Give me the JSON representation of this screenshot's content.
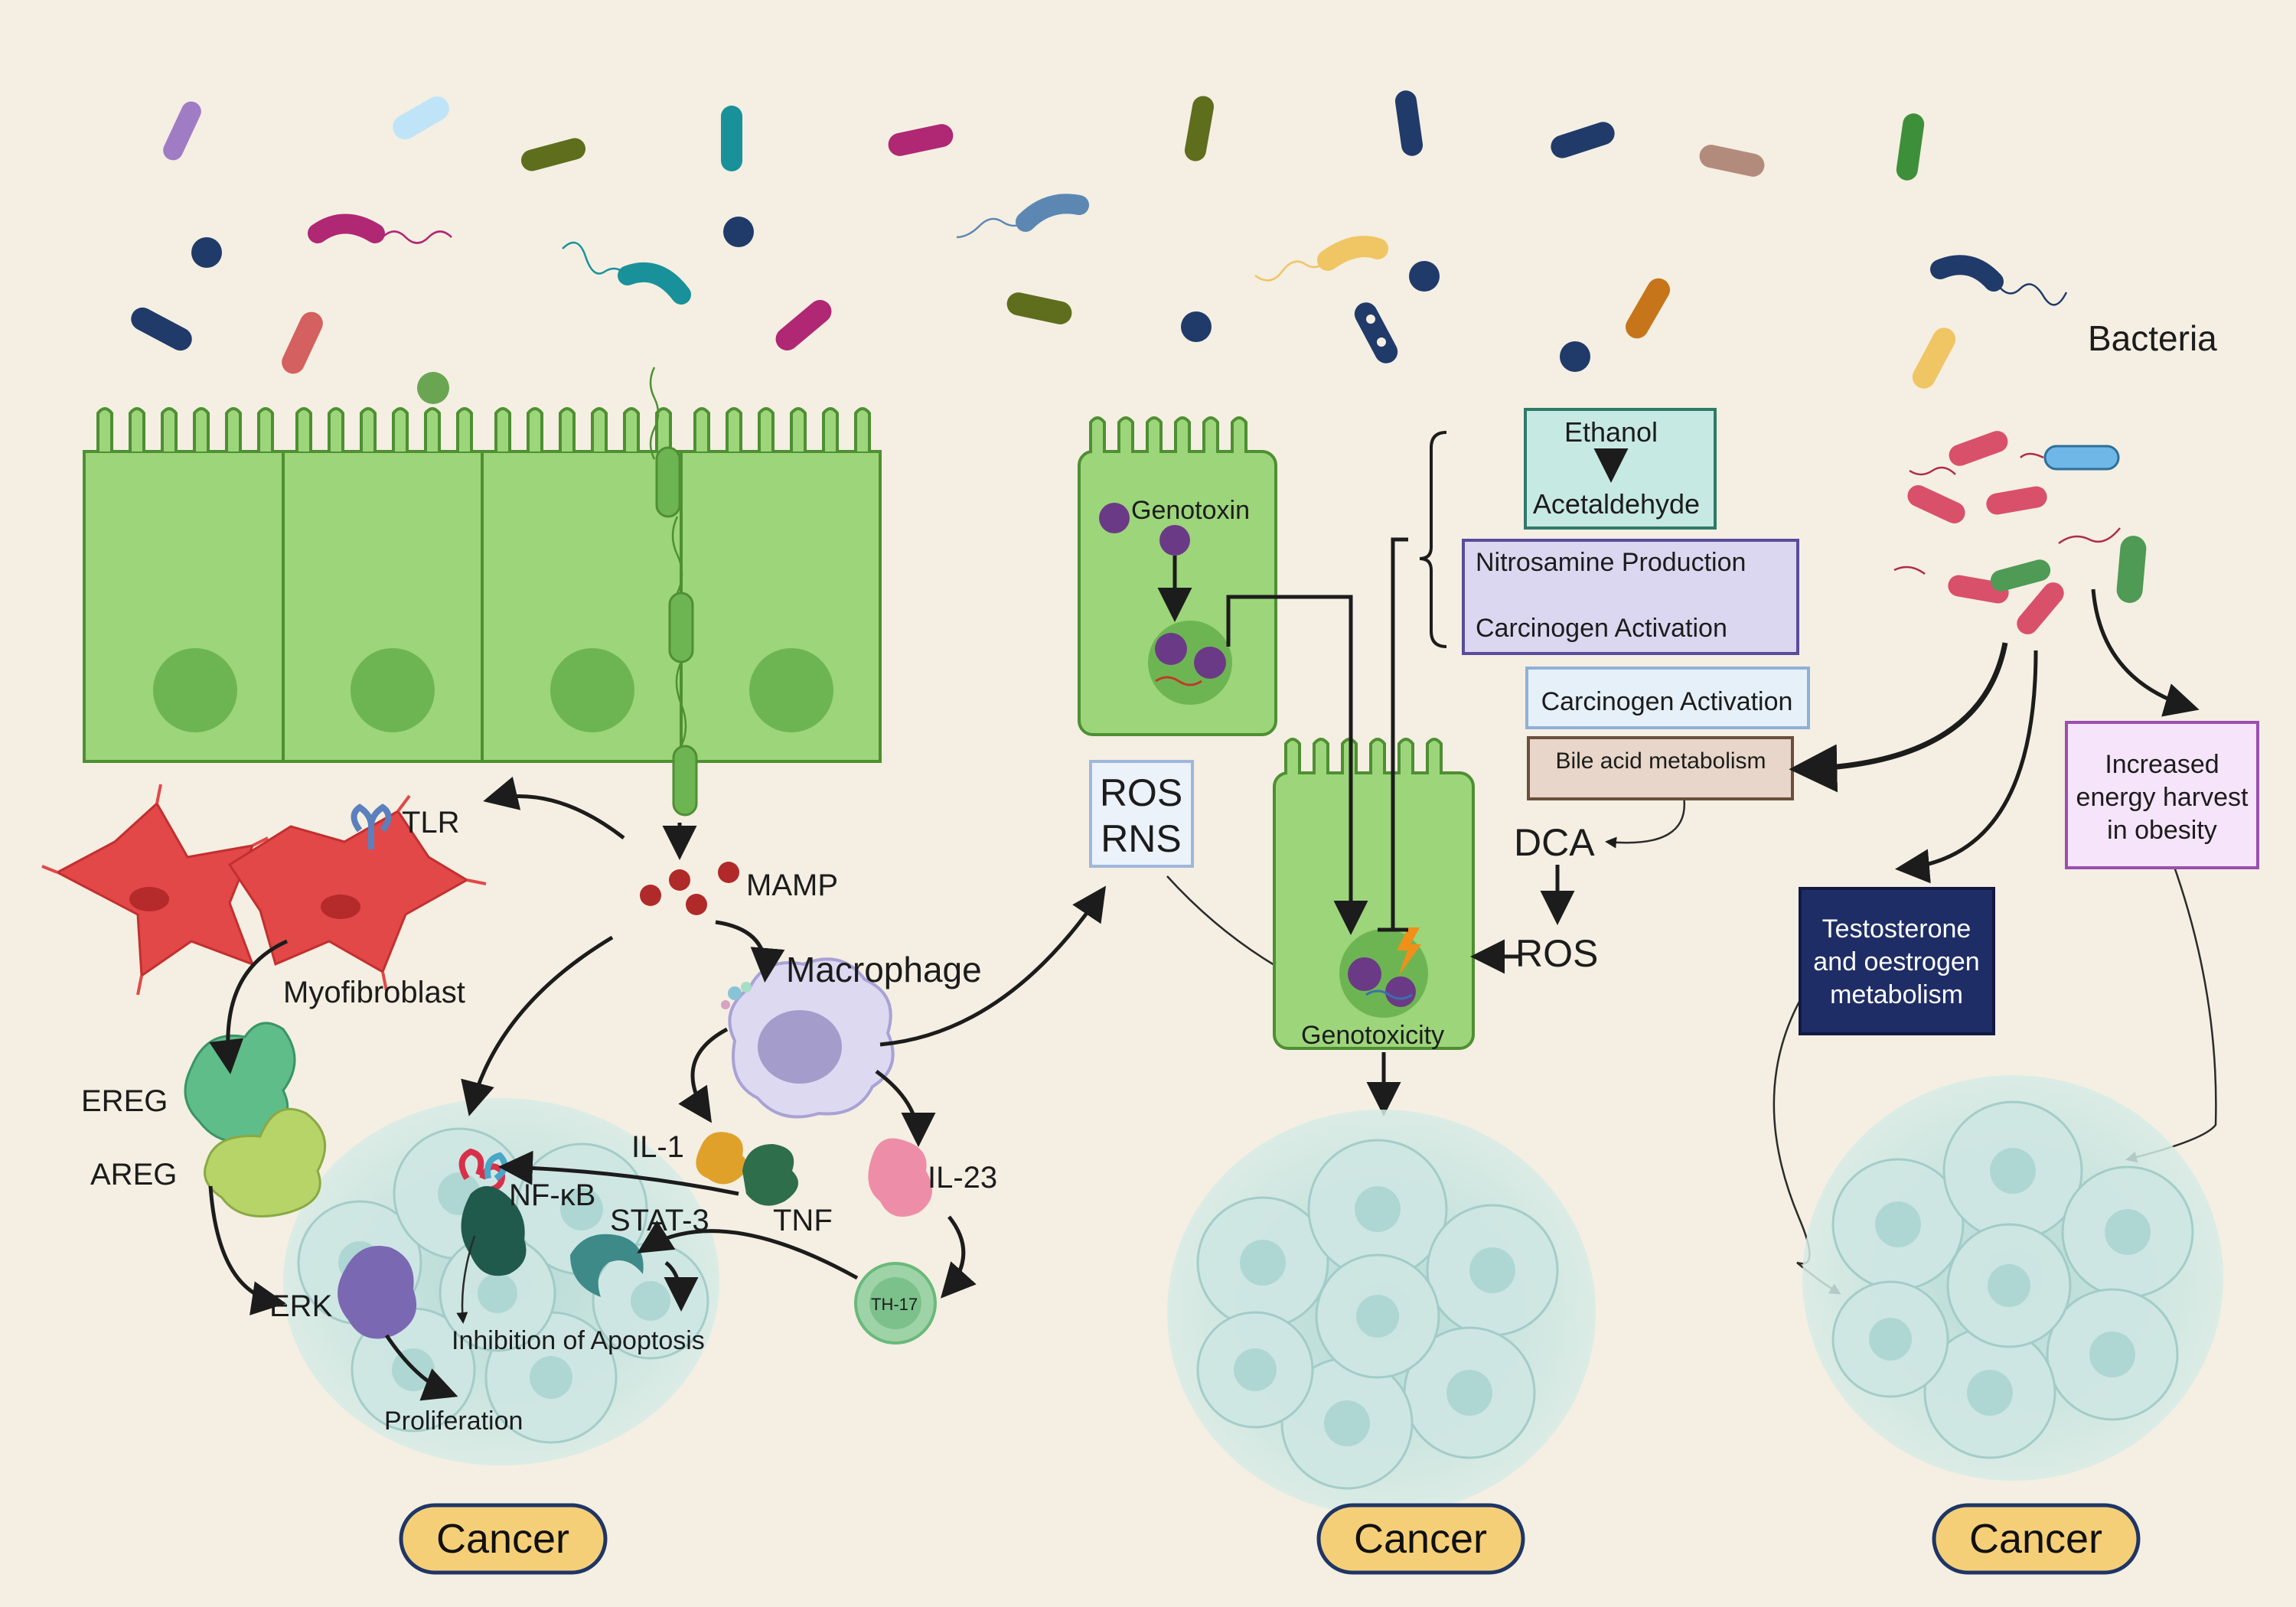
{
  "labels": {
    "bacteria": "Bacteria",
    "tlr": "TLR",
    "mamp": "MAMP",
    "myofibroblast": "Myofibroblast",
    "macrophage": "Macrophage",
    "ereg": "EREG",
    "areg": "AREG",
    "erk": "ERK",
    "nfkb": "NF-κB",
    "stat3": "STAT-3",
    "il1": "IL-1",
    "tnf": "TNF",
    "il23": "IL-23",
    "th17": "TH-17",
    "inhibition_apoptosis": "Inhibition of Apoptosis",
    "proliferation": "Proliferation",
    "ros_rns_1": "ROS",
    "ros_rns_2": "RNS",
    "genotoxin": "Genotoxin",
    "genotoxicity": "Genotoxicity",
    "dca": "DCA",
    "ros": "ROS"
  },
  "boxes": {
    "ethanol": "Ethanol",
    "acetaldehyde": "Acetaldehyde",
    "nitrosamine": "Nitrosamine Production",
    "carcinogen_activation_1": "Carcinogen Activation",
    "carcinogen_activation_2": "Carcinogen Activation",
    "bile_acid": "Bile acid metabolism",
    "testosterone_1": "Testosterone",
    "testosterone_2": "and oestrogen",
    "testosterone_3": "metabolism",
    "energy_1": "Increased",
    "energy_2": "energy harvest",
    "energy_3": "in obesity"
  },
  "cancer": {
    "left": "Cancer",
    "middle": "Cancer",
    "right": "Cancer"
  },
  "colors": {
    "background": "#f4efe2",
    "epithelium": "#9dd57a",
    "epithelium_stroke": "#4f8f33",
    "nucleus": "#6db553",
    "tumor": "#bfe0de",
    "cancer_pill": "#f5cf77",
    "cancer_pill_stroke": "#1f3566",
    "myofibroblast": "#e24848",
    "genotoxin": "#6b3a86"
  }
}
